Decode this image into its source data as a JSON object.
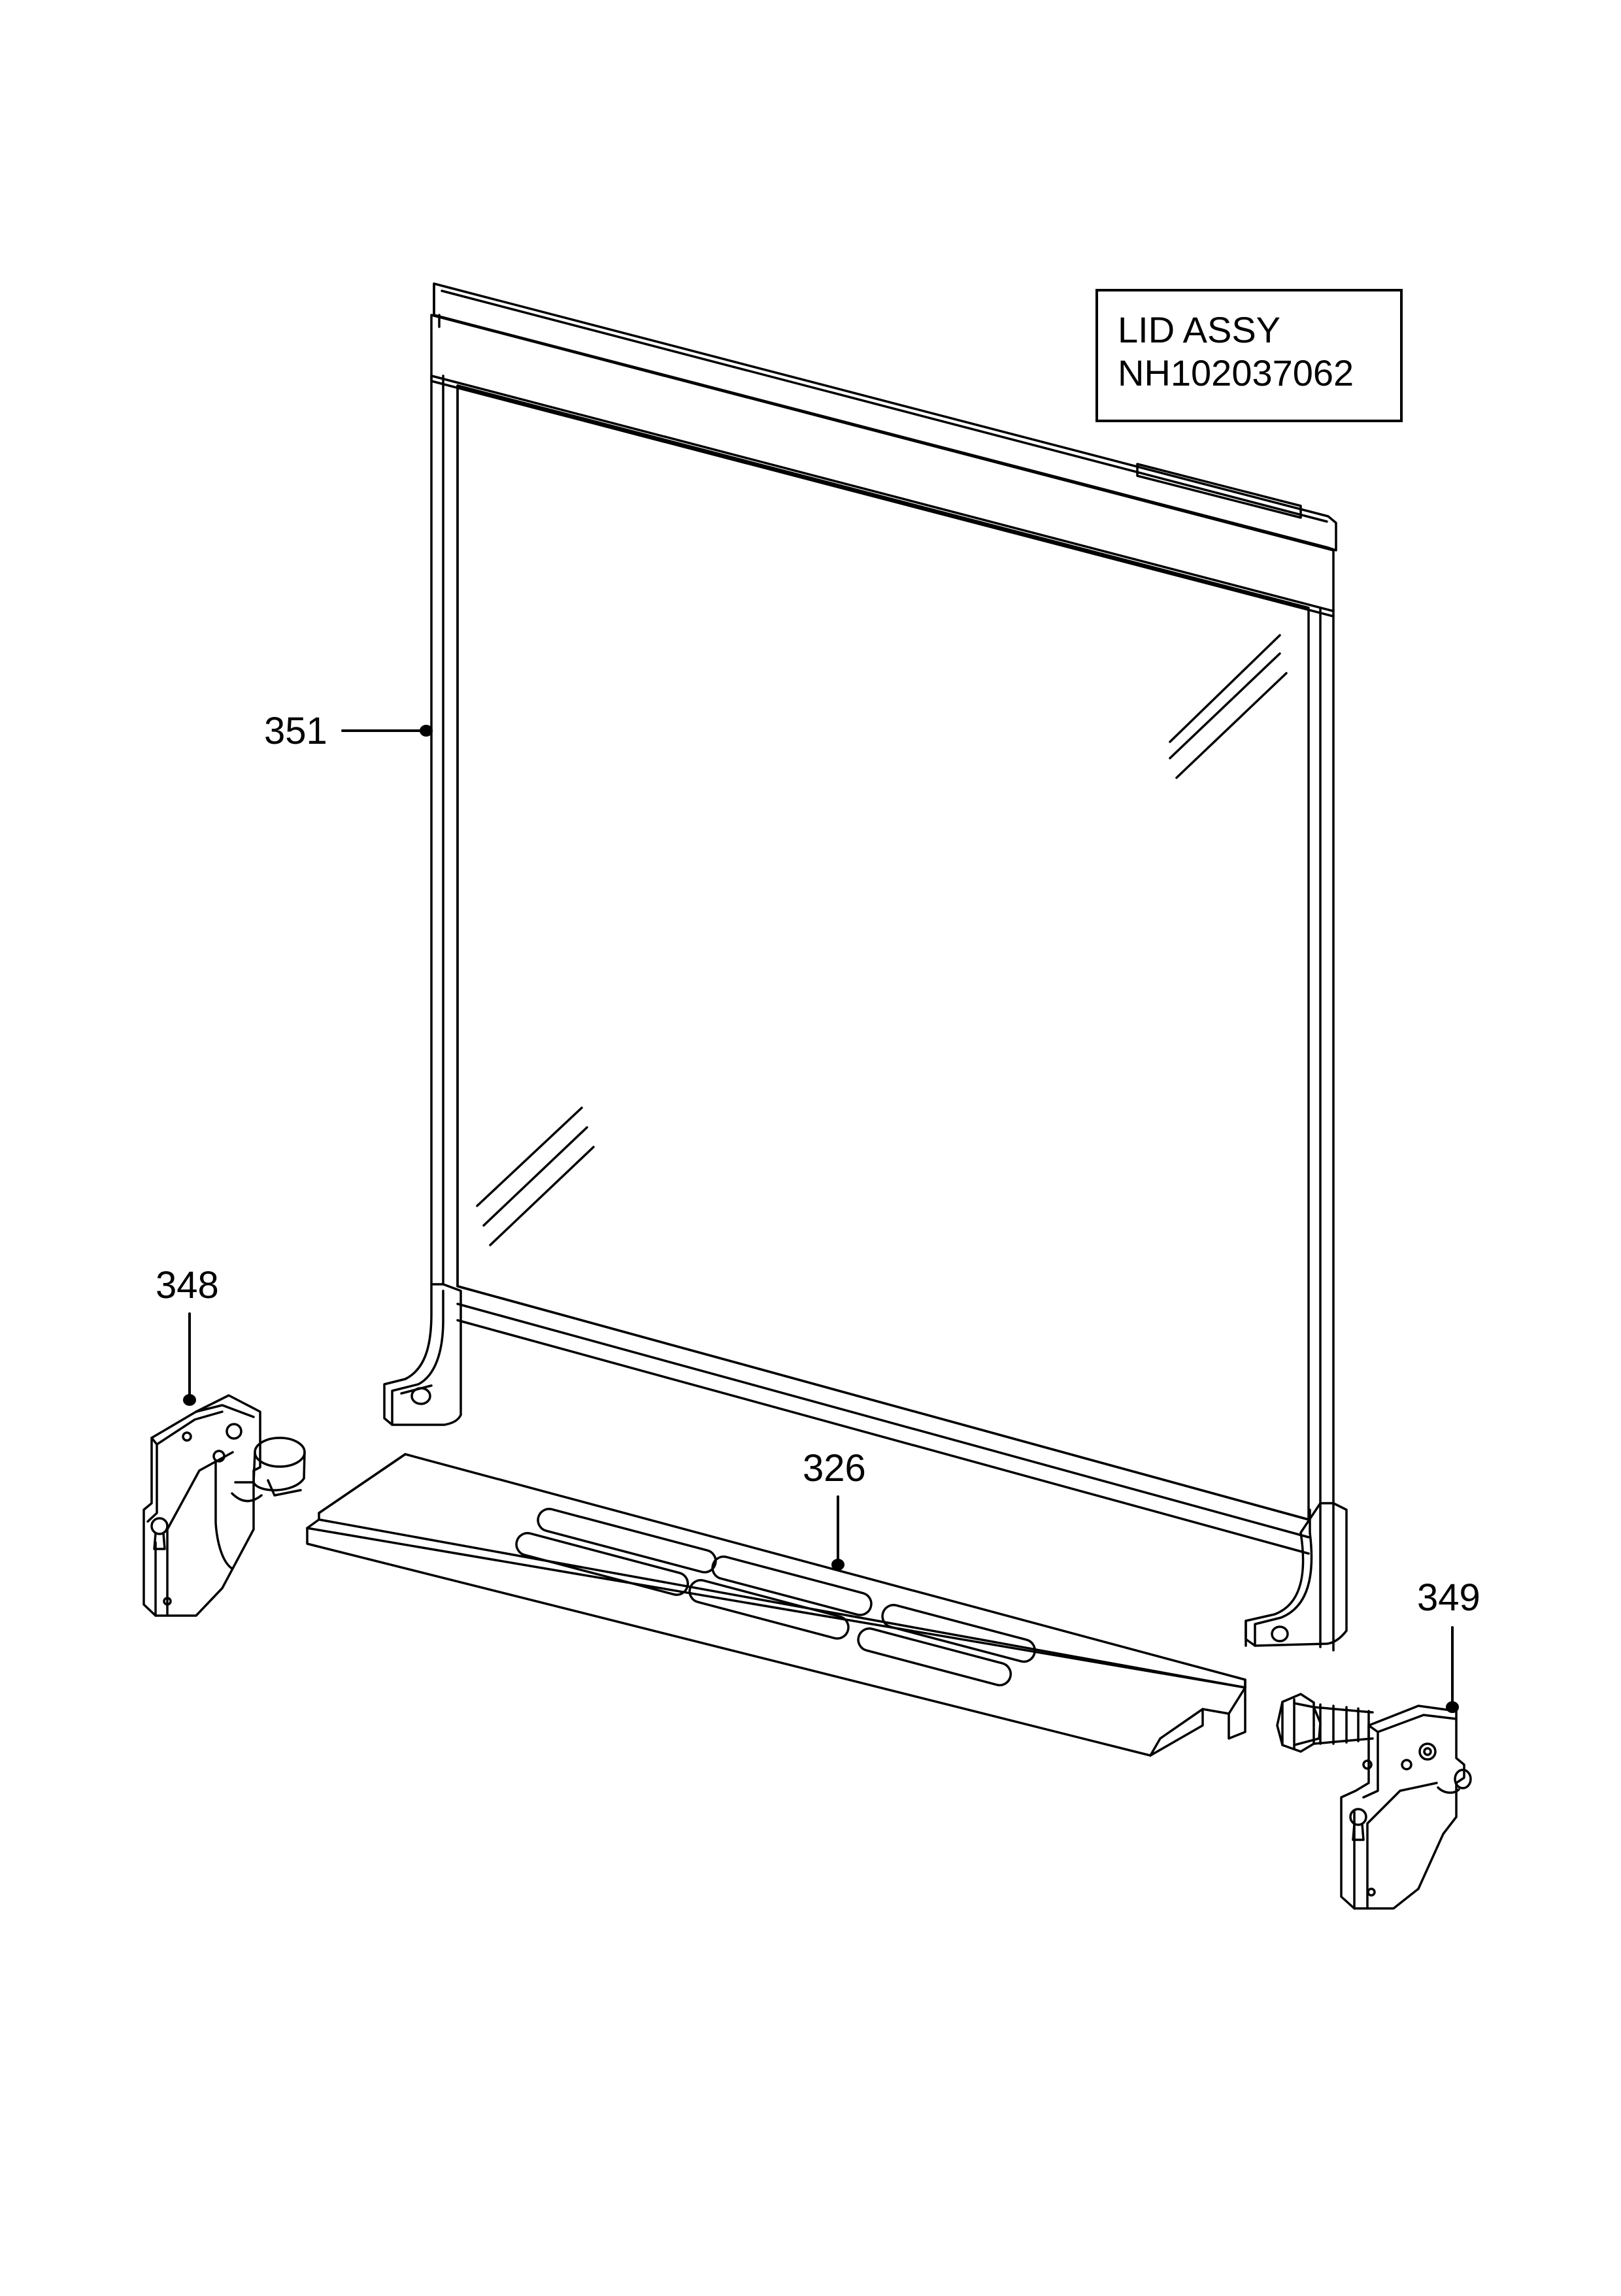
{
  "title_box": {
    "line1": "LID ASSY",
    "line2": "NH102037062"
  },
  "callouts": {
    "glass_lid": "351",
    "left_hinge": "348",
    "rear_trim": "326",
    "right_hinge": "349"
  }
}
